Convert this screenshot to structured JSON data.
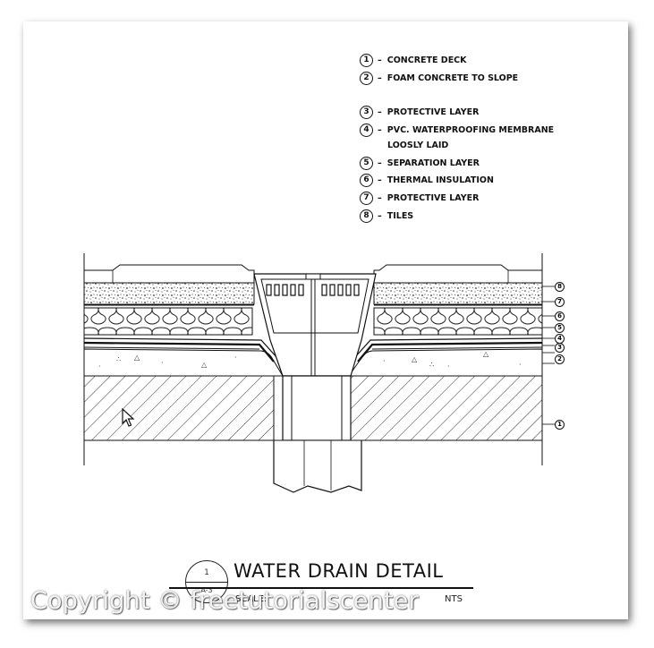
{
  "legend": {
    "items": [
      {
        "num": "1",
        "label": "CONCRETE DECK"
      },
      {
        "num": "2",
        "label": "FOAM CONCRETE TO SLOPE"
      },
      {
        "num": "3",
        "label": "PROTECTIVE LAYER"
      },
      {
        "num": "4",
        "label": "PVC. WATERPROOFING MEMBRANE",
        "cont": "LOOSLY LAID"
      },
      {
        "num": "5",
        "label": "SEPARATION LAYER"
      },
      {
        "num": "6",
        "label": "THERMAL INSULATION"
      },
      {
        "num": "7",
        "label": "PROTECTIVE LAYER"
      },
      {
        "num": "8",
        "label": "TILES"
      }
    ]
  },
  "callouts": [
    "8",
    "7",
    "6",
    "5",
    "4",
    "3",
    "2",
    "1"
  ],
  "title_block": {
    "detail_number": "1",
    "sheet_ref": "A-3",
    "title": "WATER DRAIN DETAIL",
    "scale_label": "SCALE:",
    "scale_value": "NTS"
  },
  "watermark": "Copyright © freetutorialscenter",
  "icons": {
    "cursor": "arrow-pointer-icon"
  },
  "colors": {
    "ink": "#111111",
    "hatch": "#333333"
  }
}
